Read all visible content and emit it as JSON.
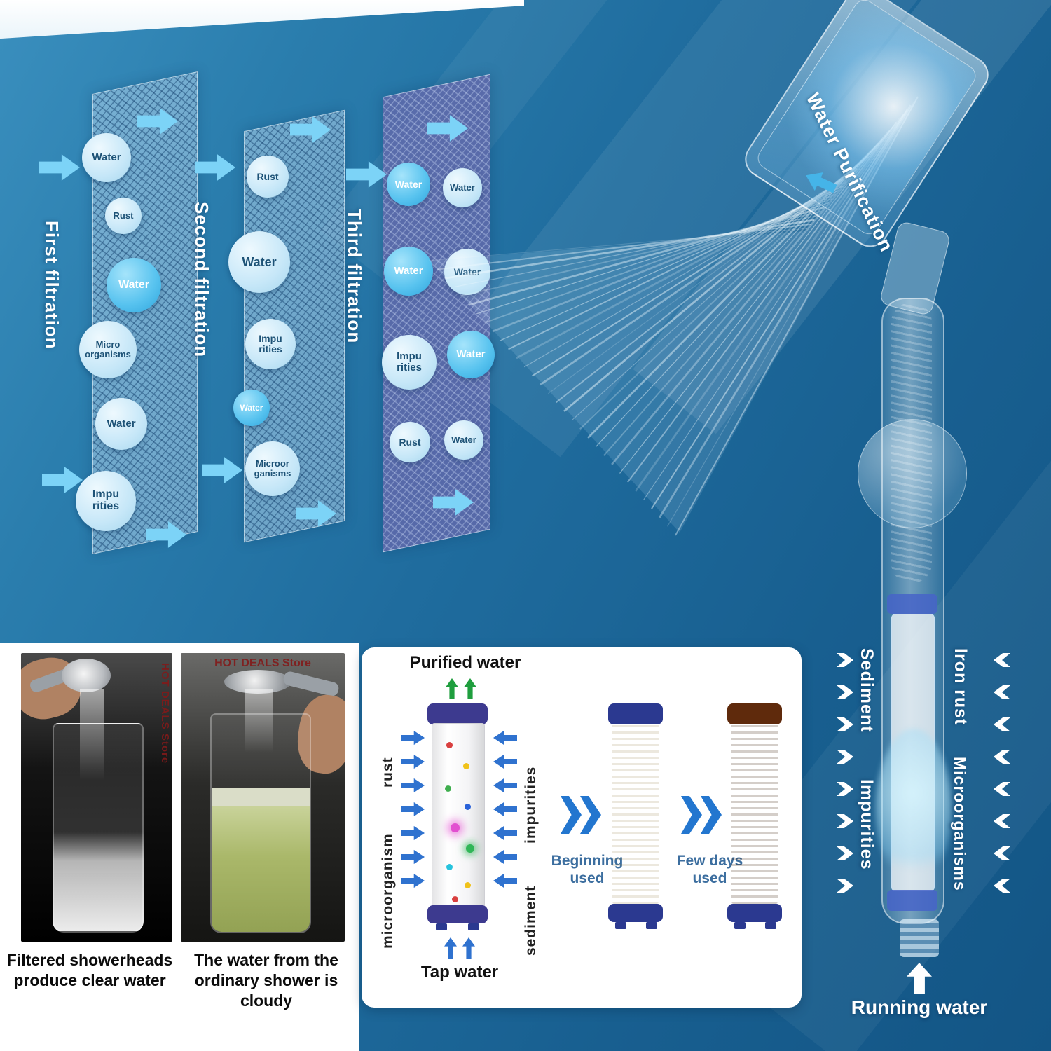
{
  "colors": {
    "background_blue": "#1f6c9e",
    "arrow_light_blue": "#7cd3f7",
    "bubble_bright": "#58c3ef",
    "bubble_light": "#c6e7f8",
    "chevron_blue": "#2376cf",
    "green_arrow": "#1f9e3e",
    "cap_navy": "#2b3990",
    "beige_filter": "#ead9ad",
    "brown_filter": "#a85318",
    "watermark_red": "#7a1f1f"
  },
  "filtration": {
    "stages": [
      {
        "label": "First filtration",
        "bubbles": [
          "Water",
          "Rust",
          "Water",
          "Micro organisms",
          "Water",
          "Impu rities"
        ]
      },
      {
        "label": "Second filtration",
        "bubbles": [
          "Rust",
          "Water",
          "Impu rities",
          "Water",
          "Microor ganisms"
        ]
      },
      {
        "label": "Third filtration",
        "on_mesh": [
          "Water",
          "Water",
          "Impu rities",
          "Rust"
        ],
        "passed": [
          "Water",
          "Water",
          "Water",
          "Water"
        ]
      }
    ]
  },
  "shower": {
    "head_label": "Water Purification",
    "side_labels": {
      "left_top": "Sediment",
      "left_bottom": "Impurities",
      "right_top": "Iron rust",
      "right_bottom": "Microorganisms"
    },
    "bottom_label": "Running water"
  },
  "photos": [
    {
      "watermark": "HOT DEALS Store",
      "caption": "Filtered showerheads produce clear water"
    },
    {
      "watermark": "HOT DEALS Store",
      "caption": "The water from the ordinary shower is cloudy"
    }
  ],
  "filter_panel": {
    "top_label": "Purified water",
    "bottom_label": "Tap water",
    "left_top_label": "rust",
    "left_bottom_label": "microorganism",
    "right_top_label": "impurities",
    "right_bottom_label": "sediment",
    "stage_one_label": "Beginning used",
    "stage_two_label": "Few days used"
  }
}
